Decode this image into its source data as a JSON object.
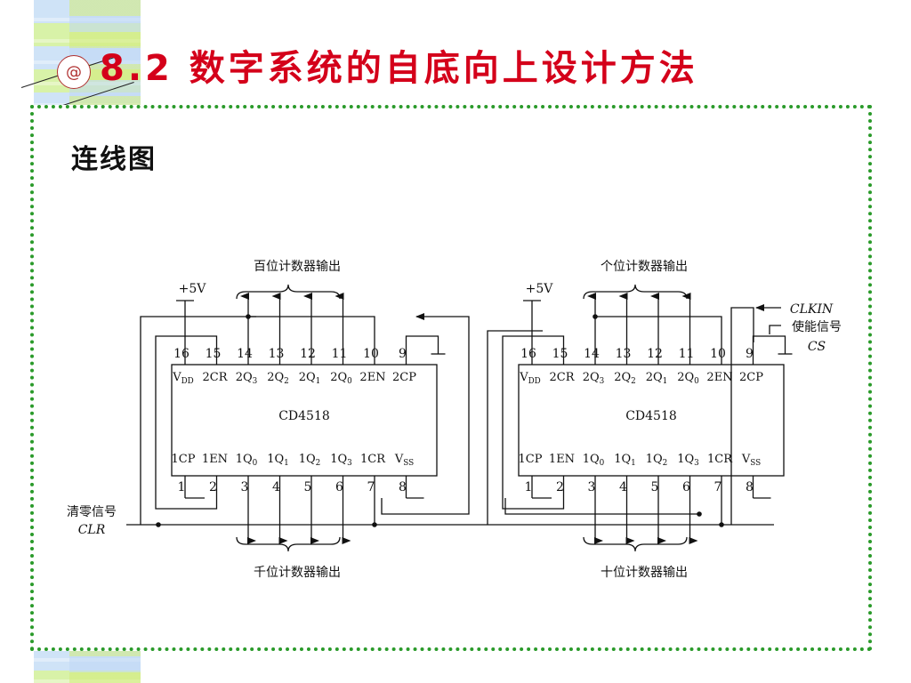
{
  "slide": {
    "logo_glyph": "@",
    "title": "8.2   数字系统的自底向上设计方法",
    "subtitle": "连线图"
  },
  "colors": {
    "title": "#d4001a",
    "panel_border": "#2a9a2a"
  },
  "diagram": {
    "chip_name": "CD4518",
    "top_pin_numbers": [
      "16",
      "15",
      "14",
      "13",
      "12",
      "11",
      "10",
      "9"
    ],
    "bottom_pin_numbers": [
      "1",
      "2",
      "3",
      "4",
      "5",
      "6",
      "7",
      "8"
    ],
    "top_pin_labels": [
      "VDD",
      "2CR",
      "2Q3",
      "2Q2",
      "2Q1",
      "2Q0",
      "2EN",
      "2CP"
    ],
    "bottom_pin_labels": [
      "1CP",
      "1EN",
      "1Q0",
      "1Q1",
      "1Q2",
      "1Q3",
      "1CR",
      "VSS"
    ],
    "left_chip": {
      "supply": "+5V",
      "top_output": "百位计数器输出",
      "bottom_output": "千位计数器输出"
    },
    "right_chip": {
      "supply": "+5V",
      "top_output": "个位计数器输出",
      "bottom_output": "十位计数器输出"
    },
    "clock_input": "CLKIN",
    "enable_label": "使能信号",
    "enable_symbol": "CS",
    "clear_label": "清零信号",
    "clear_symbol": "CLR"
  }
}
